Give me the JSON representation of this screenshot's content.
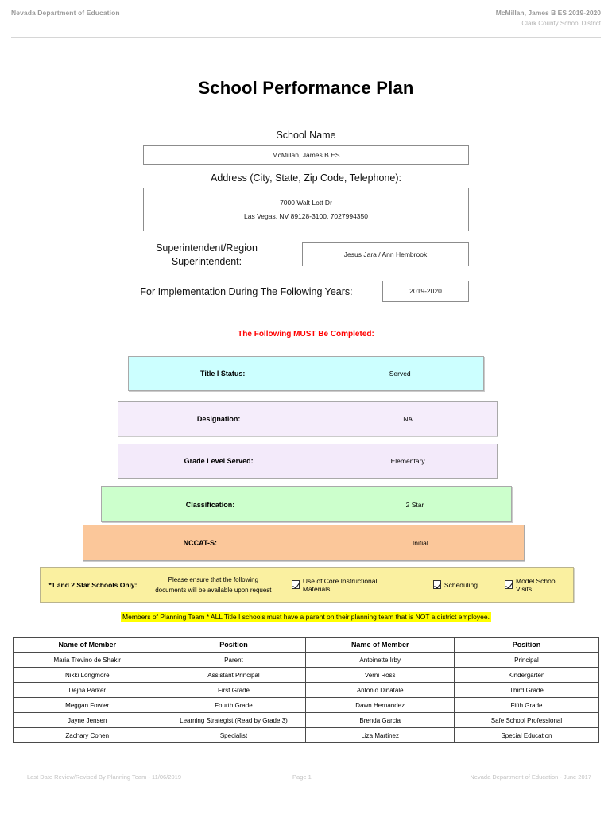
{
  "header": {
    "left_text": "Nevada Department of Education",
    "right_line1": "McMillan, James B ES  2019-2020",
    "right_line2": "Clark County School District"
  },
  "title": "School Performance Plan",
  "fields": {
    "school_name_label": "School Name",
    "school_name_value": "McMillan, James B ES",
    "address_label": "Address (City, State, Zip Code, Telephone):",
    "address_line1": "7000 Walt Lott Dr",
    "address_line2": "Las Vegas, NV  89128-3100, 7027994350",
    "superintendent_label_line1": "Superintendent/Region",
    "superintendent_label_line2": "Superintendent:",
    "superintendent_value": "Jesus Jara / Ann Hembrook",
    "implementation_label": "For Implementation During The Following Years:",
    "implementation_value": "2019-2020"
  },
  "must_complete_notice": "The Following MUST Be Completed:",
  "status_bars": [
    {
      "label": "Title I Status:",
      "value": "Served",
      "color": "#CCFFFF"
    },
    {
      "label": "Designation:",
      "value": "NA",
      "color": "#F5EDFB"
    },
    {
      "label": "Grade Level Served:",
      "value": "Elementary",
      "color": "#F3EAFA"
    },
    {
      "label": "Classification:",
      "value": "2 Star",
      "color": "#CCFFCC"
    },
    {
      "label": "NCCAT-S:",
      "value": "Initial",
      "color": "#FBC79A"
    }
  ],
  "star_note": {
    "title": "*1 and 2 Star Schools Only:",
    "description_line1": "Please ensure that the following",
    "description_line2": "documents will be available upon request",
    "checkboxes": [
      {
        "label": "Use of Core Instructional Materials",
        "checked": true
      },
      {
        "label": "Scheduling",
        "checked": true
      },
      {
        "label": "Model School Visits",
        "checked": true
      }
    ]
  },
  "planning_team_note": "Members of Planning Team * ALL Title I schools must have a parent on their planning team that is NOT a district employee.",
  "members_table": {
    "headers": [
      "Name of Member",
      "Position",
      "Name of Member",
      "Position"
    ],
    "rows": [
      [
        "Maria Trevino de Shakir",
        "Parent",
        "Antoinette Irby",
        "Principal"
      ],
      [
        "Nikki Longmore",
        "Assistant Principal",
        "Verni Ross",
        "Kindergarten"
      ],
      [
        "Dejha Parker",
        "First Grade",
        "Antonio Dinatale",
        "Third Grade"
      ],
      [
        "Meggan Fowler",
        "Fourth Grade",
        "Dawn Hernandez",
        "Fifth Grade"
      ],
      [
        "Jayne Jensen",
        "Learning Strategist (Read by Grade 3)",
        "Brenda Garcia",
        "Safe School Professional"
      ],
      [
        "Zachary Cohen",
        "Specialist",
        "Liza Martinez",
        "Special Education"
      ]
    ]
  },
  "footer": {
    "left": "Last Date Review/Revised By Planning Team - 11/06/2019",
    "middle": "Page 1",
    "right": "Nevada Department of Education - June 2017"
  }
}
